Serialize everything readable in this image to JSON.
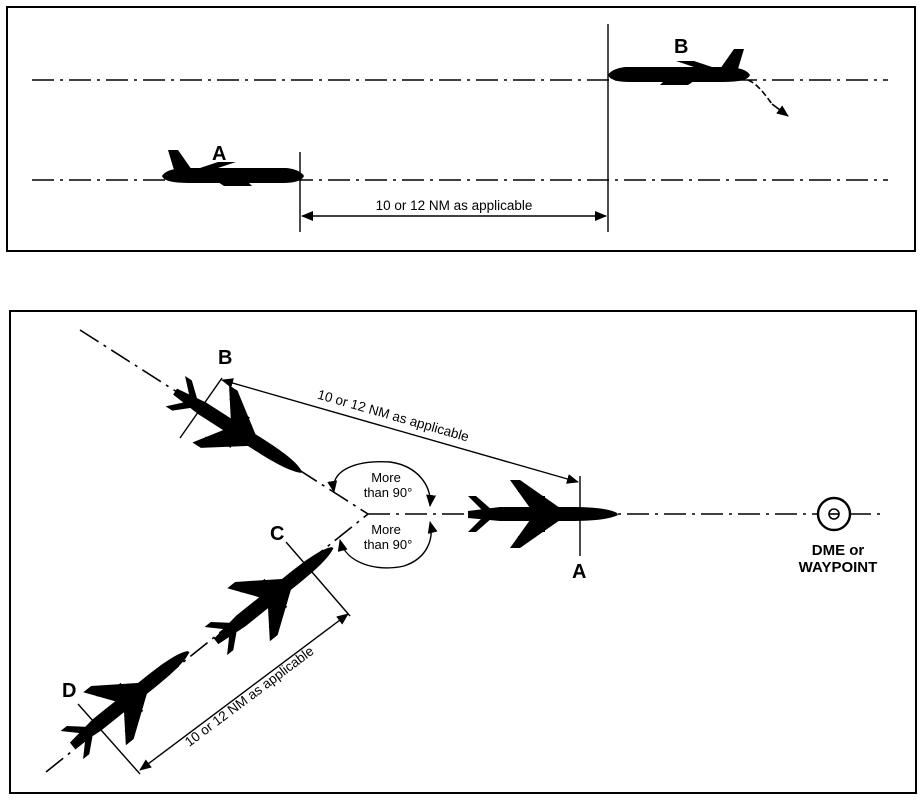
{
  "top_panel": {
    "label_a": "A",
    "label_b": "B",
    "distance_label": "10 or 12 NM as applicable"
  },
  "bottom_panel": {
    "label_a": "A",
    "label_b": "B",
    "label_c": "C",
    "label_d": "D",
    "distance_label_ab": "10 or 12 NM as applicable",
    "distance_label_cd": "10 or 12 NM as applicable",
    "angle_upper_line1": "More",
    "angle_upper_line2": "than 90°",
    "angle_lower_line1": "More",
    "angle_lower_line2": "than 90°",
    "dme_line1": "DME or",
    "dme_line2": "WAYPOINT"
  }
}
